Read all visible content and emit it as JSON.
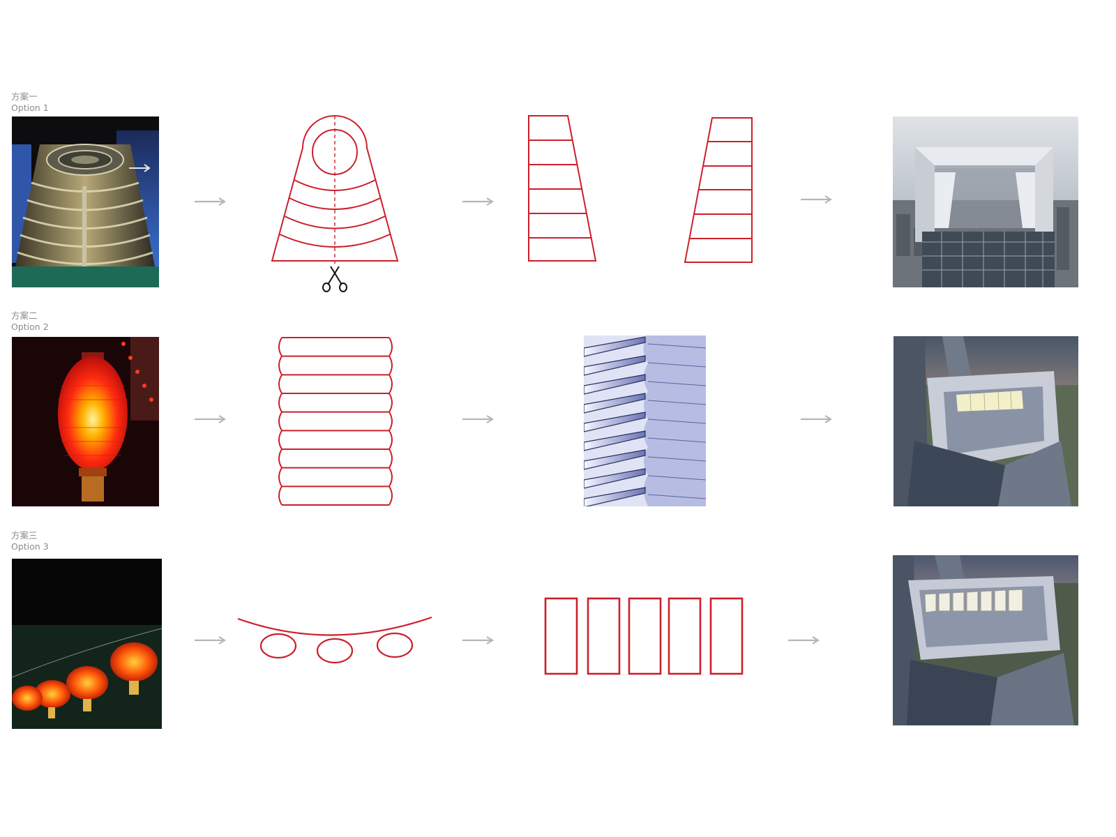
{
  "options": [
    {
      "label_cn": "方案一",
      "label_en": "Option 1"
    },
    {
      "label_cn": "方案二",
      "label_en": "Option 2"
    },
    {
      "label_cn": "方案三",
      "label_en": "Option 3"
    }
  ],
  "colors": {
    "sketch_red": "#cc1f2b",
    "arrow_gray": "#b5b5b5",
    "label_gray": "#8a8a8a"
  },
  "icons": {
    "arrow": "long-right-arrow",
    "cut": "scissors-icon"
  }
}
